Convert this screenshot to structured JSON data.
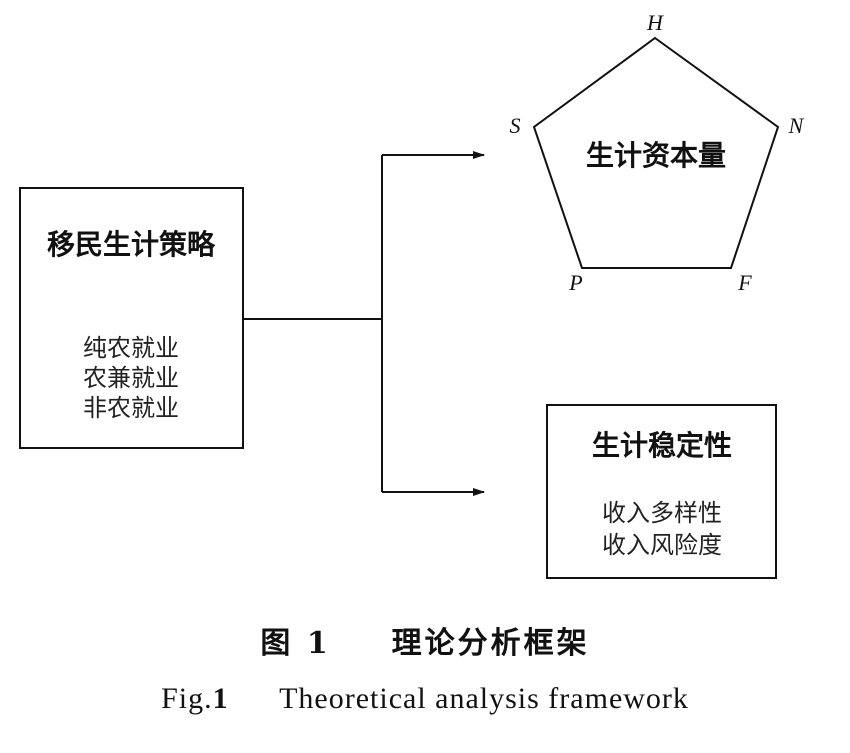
{
  "strategy": {
    "title": "移民生计策略",
    "items": [
      "纯农就业",
      "农兼就业",
      "非农就业"
    ]
  },
  "capital": {
    "title": "生计资本量",
    "vertices": {
      "top": "H",
      "right": "N",
      "bottom_right": "F",
      "bottom_left": "P",
      "left": "S"
    }
  },
  "stability": {
    "title": "生计稳定性",
    "items": [
      "收入多样性",
      "收入风险度"
    ]
  },
  "caption": {
    "cn_prefix": "图",
    "cn_number": "1",
    "cn_text": "理论分析框架",
    "en_prefix": "Fig.",
    "en_number": "1",
    "en_text": "Theoretical analysis framework"
  }
}
